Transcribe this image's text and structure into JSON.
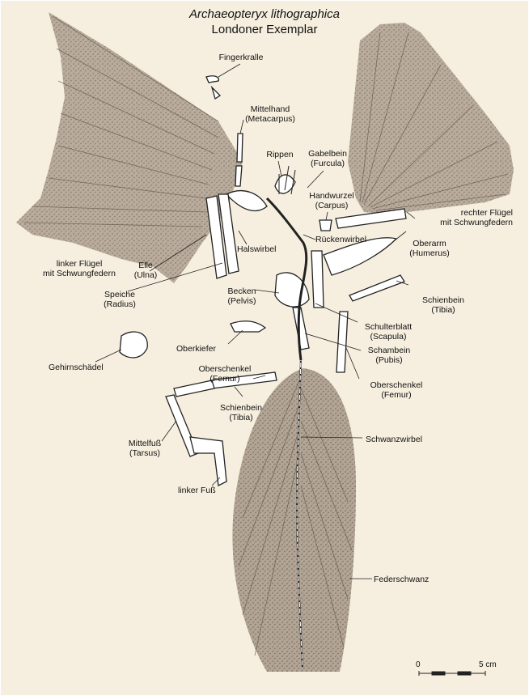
{
  "title": "Archaeopteryx lithographica",
  "subtitle": "Londoner Exemplar",
  "colors": {
    "background": "#f6efdf",
    "feather": "#a89a8a",
    "bone": "#ffffff",
    "outline": "#222222"
  },
  "labels": {
    "fingerkralle": "Fingerkralle",
    "mittelhand": "Mittelhand",
    "metacarpus": "(Metacarpus)",
    "rippen": "Rippen",
    "gabelbein": "Gabelbein",
    "furcula": "(Furcula)",
    "handwurzel": "Handwurzel",
    "carpus": "(Carpus)",
    "rechter_fluegel_1": "rechter Flügel",
    "rechter_fluegel_2": "mit Schwungfedern",
    "rueckenwirbel": "Rückenwirbel",
    "halswirbel": "Halswirbel",
    "oberarm": "Oberarm",
    "humerus": "(Humerus)",
    "linker_fluegel_1": "linker Flügel",
    "linker_fluegel_2": "mit Schwungfedern",
    "elle": "Elle",
    "ulna": "(Ulna)",
    "speiche": "Speiche",
    "radius": "(Radius)",
    "becken": "Becken",
    "pelvis": "(Pelvis)",
    "schienbein_r": "Schienbein",
    "tibia_r": "(Tibia)",
    "schulterblatt": "Schulterblatt",
    "scapula": "(Scapula)",
    "oberkiefer": "Oberkiefer",
    "schambein": "Schambein",
    "pubis": "(Pubis)",
    "gehirnschaedel": "Gehirnschädel",
    "oberschenkel_l": "Oberschenkel",
    "femur_l": "(Femur)",
    "oberschenkel_r": "Oberschenkel",
    "femur_r": "(Femur)",
    "schienbein_l": "Schienbein",
    "tibia_l": "(Tibia)",
    "mittelfuss": "Mittelfuß",
    "tarsus": "(Tarsus)",
    "schwanzwirbel": "Schwanzwirbel",
    "linker_fuss": "linker Fuß",
    "federschwanz": "Federschwanz"
  },
  "scale": {
    "start": "0",
    "end": "5 cm"
  }
}
